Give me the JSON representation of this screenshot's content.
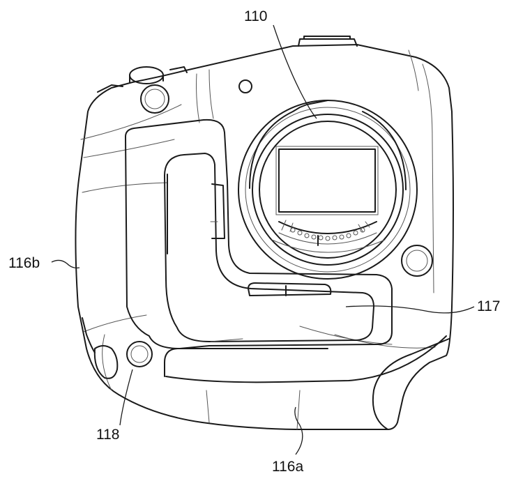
{
  "figure": {
    "labels": {
      "mount": "110",
      "grip_front": "116a",
      "grip_side": "116b",
      "cover": "117",
      "button": "118"
    }
  }
}
